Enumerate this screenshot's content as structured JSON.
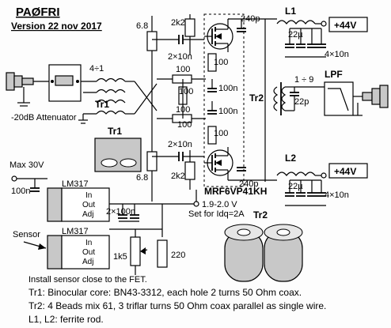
{
  "header": {
    "title": "PAØFRI",
    "version": "Version 22 nov 2017"
  },
  "components": {
    "r_top_left": "6.8",
    "r_gate_top": "2k2",
    "c_gate_top": "2×10n",
    "c_drain_top": "240p",
    "l1": "L1",
    "c_l1": "22µ",
    "c_l1_bank": "4×10n",
    "supply_top": "+44V",
    "attenuator_label": "-20dB Attenuator",
    "tr1_ratio": "4÷1",
    "tr1_label": "Tr1",
    "tr1_photo_label": "Tr1",
    "r100_top": "100",
    "r100_mid_a": "100",
    "r100_mid_b": "100",
    "r100_bottom": "100",
    "c100n_a": "100n",
    "c100n_b": "100n",
    "r100_right_a": "100",
    "r100_right_b": "100",
    "tr2_ratio": "1 ÷ 9",
    "tr2_label": "Tr2",
    "c22p": "22p",
    "lpf": "LPF",
    "r_bottom_left": "6.8",
    "r_gate_bottom": "2k2",
    "c_gate_bottom": "2×10n",
    "c_drain_bottom": "240p",
    "l2": "L2",
    "c_l2": "22µ",
    "c_l2_bank": "4×10n",
    "supply_bottom": "+44V",
    "fet_type": "MRF6VP41KH",
    "tr2_photo_label": "Tr2",
    "max_voltage": "Max 30V",
    "c_100n_in": "100n",
    "reg_top": "LM317",
    "reg_bottom": "LM317",
    "pin_in": "In",
    "pin_out": "Out",
    "pin_adj": "Adj",
    "c_2x100n": "2×100n",
    "bias_voltage": "1.9-2.0 V",
    "bias_set": "Set for Idq=2A",
    "sensor": "Sensor",
    "pot": "1k5",
    "r220": "220"
  },
  "notes": {
    "sensor_note": "Install sensor close to the FET.",
    "tr1_note": "Tr1: Binocular core: BN43-3312, each hole 2 turns 50 Ohm coax.",
    "tr2_note": "Tr2: 4 Beads mix 61, 3 triflar turns 50 Ohm coax parallel as single wire.",
    "l_note": "L1, L2: ferrite rod."
  }
}
